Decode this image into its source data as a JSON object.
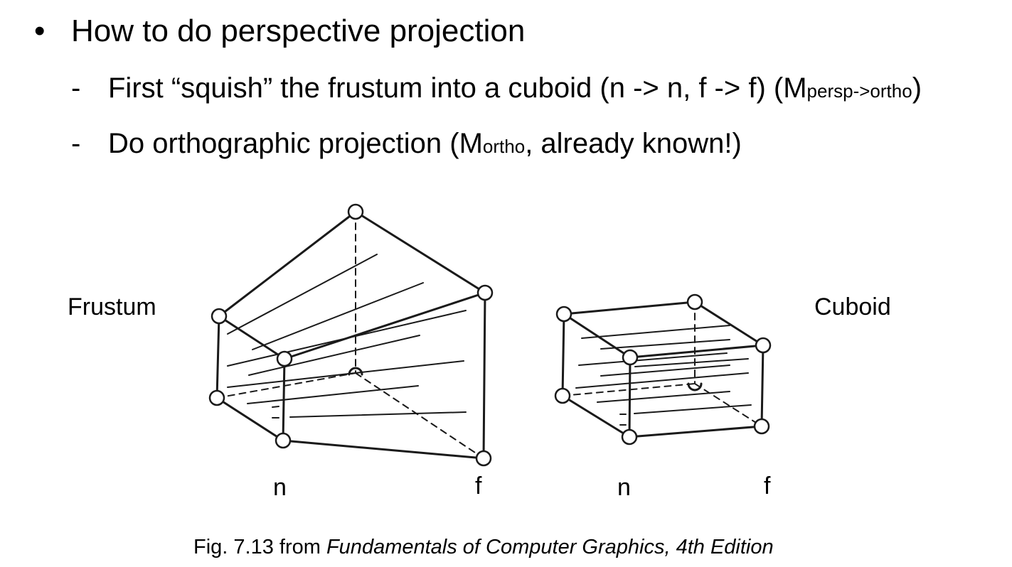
{
  "slide": {
    "bullet_symbol": "•",
    "heading": "How to do perspective projection",
    "sub_items": [
      {
        "dash": "-",
        "text_before": "First “squish” the frustum into a cuboid (n -> n, f -> f) (M",
        "subscript": "persp->ortho",
        "text_after": ")"
      },
      {
        "dash": "-",
        "text_before": "Do orthographic projection (M",
        "subscript": "ortho",
        "text_after": ", already known!)"
      }
    ]
  },
  "figure": {
    "left_label": "Frustum",
    "right_label": "Cuboid",
    "frustum_axis_labels": {
      "near": "n",
      "far": "f"
    },
    "cuboid_axis_labels": {
      "near": "n",
      "far": "f"
    }
  },
  "caption": {
    "prefix": "Fig. 7.13 from ",
    "book_title": "Fundamentals of Computer Graphics, 4th Edition"
  }
}
